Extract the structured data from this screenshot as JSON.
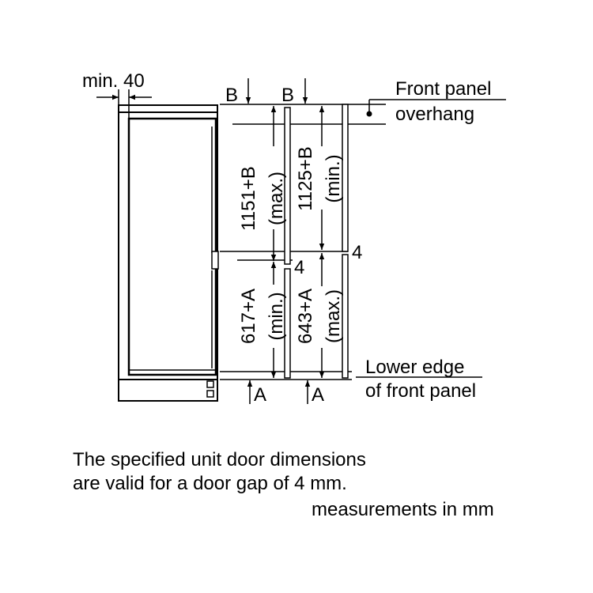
{
  "diagram": {
    "min_gap_label": "min. 40",
    "ref_b": "B",
    "ref_a": "A",
    "gap_value": "4",
    "front_panel_overhang": [
      "Front panel",
      "overhang"
    ],
    "lower_edge_front_panel": [
      "Lower edge",
      "of front panel"
    ],
    "dimensions": {
      "upper_max": {
        "value": "1151+B",
        "qualifier": "(max.)"
      },
      "upper_min": {
        "value": "1125+B",
        "qualifier": "(min.)"
      },
      "lower_min": {
        "value": "617+A",
        "qualifier": "(min.)"
      },
      "lower_max": {
        "value": "643+A",
        "qualifier": "(max.)"
      }
    }
  },
  "notes": {
    "line1": "The specified unit door dimensions",
    "line2": "are valid for a door gap of 4 mm.",
    "units": "measurements in mm"
  },
  "colors": {
    "ink": "#000000",
    "background": "#ffffff"
  }
}
